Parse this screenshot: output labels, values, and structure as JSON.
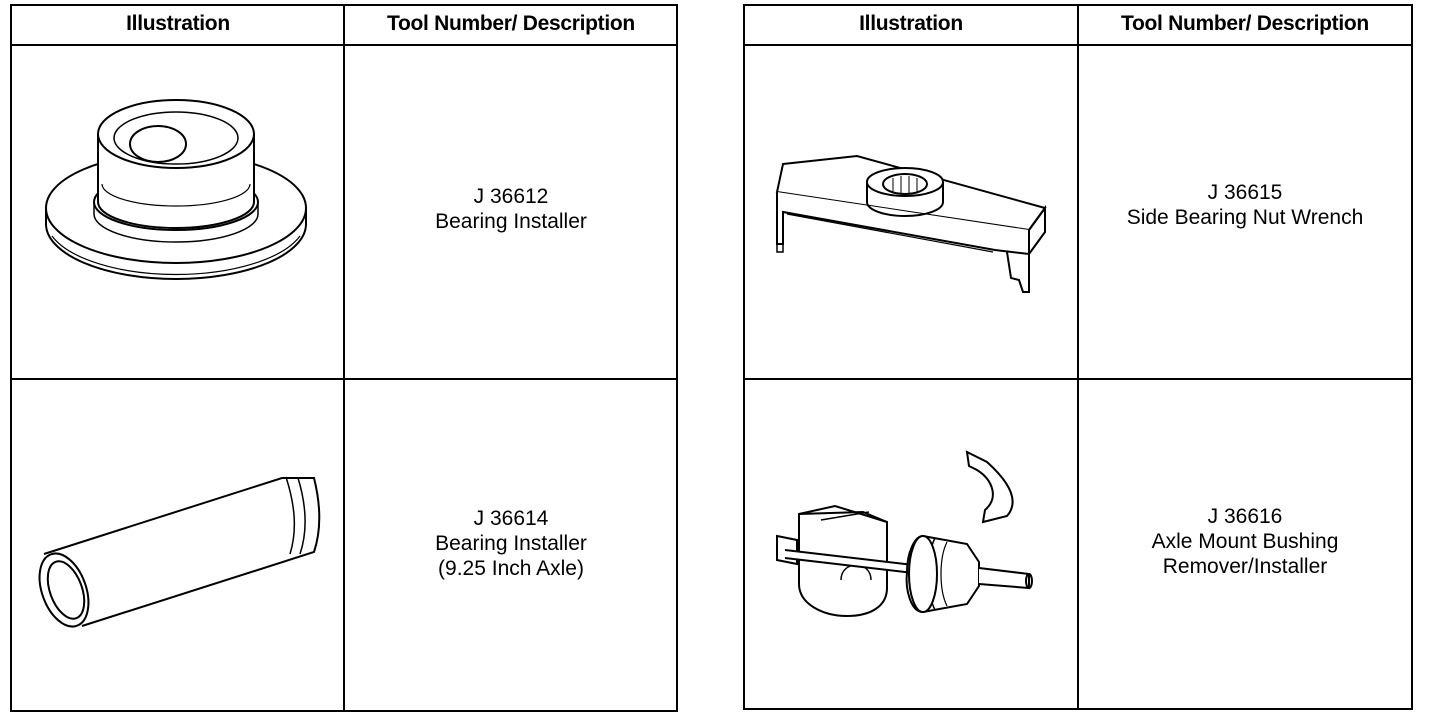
{
  "tables": [
    {
      "header": {
        "illustration": "Illustration",
        "tool": "Tool Number/ Description"
      },
      "rows": [
        {
          "tool_number": "J 36612",
          "description_lines": [
            "Bearing Installer"
          ],
          "icon": "bearing-installer-icon"
        },
        {
          "tool_number": "J 36614",
          "description_lines": [
            "Bearing Installer",
            "(9.25 Inch Axle)"
          ],
          "icon": "bearing-installer-tube-icon"
        }
      ]
    },
    {
      "header": {
        "illustration": "Illustration",
        "tool": "Tool Number/ Description"
      },
      "rows": [
        {
          "tool_number": "J 36615",
          "description_lines": [
            "Side Bearing Nut Wrench"
          ],
          "icon": "side-bearing-nut-wrench-icon"
        },
        {
          "tool_number": "J 36616",
          "description_lines": [
            "Axle Mount Bushing",
            "Remover/Installer"
          ],
          "icon": "axle-mount-bushing-tool-icon"
        }
      ]
    }
  ]
}
